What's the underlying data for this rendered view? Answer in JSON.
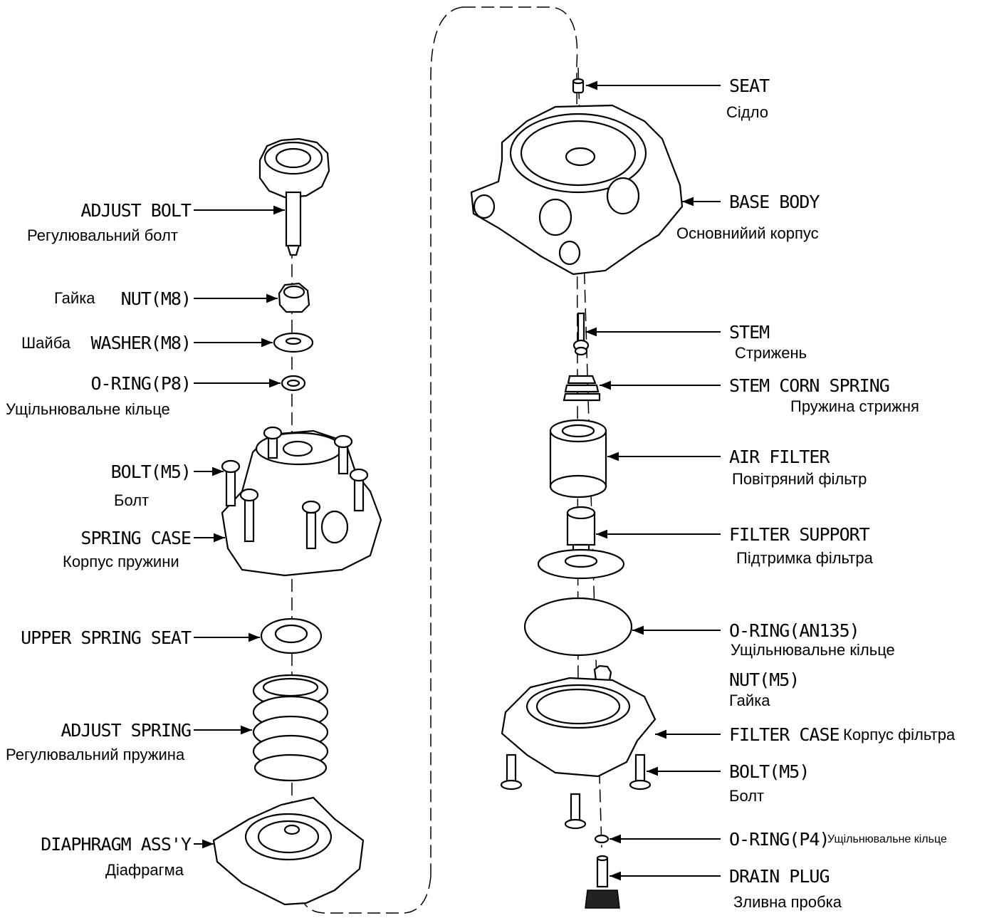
{
  "labels": {
    "adjust_bolt": {
      "en": "ADJUST BOLT",
      "ua": "Регулювальний болт"
    },
    "nut_m8": {
      "en": "NUT(M8)",
      "ua": "Гайка"
    },
    "washer_m8": {
      "en": "WASHER(M8)",
      "ua": "Шайба"
    },
    "o_ring_p8": {
      "en": "O-RING(P8)",
      "ua": "Ущільнювальне кільце"
    },
    "bolt_m5_left": {
      "en": "BOLT(M5)",
      "ua": "Болт"
    },
    "spring_case": {
      "en": "SPRING CASE",
      "ua": "Корпус пружини"
    },
    "upper_spring_seat": {
      "en": "UPPER SPRING SEAT"
    },
    "adjust_spring": {
      "en": "ADJUST SPRING",
      "ua": "Регулювальний пружина"
    },
    "diaphragm": {
      "en": "DIAPHRAGM ASS'Y",
      "ua": "Діафрагма"
    },
    "seat": {
      "en": "SEAT",
      "ua": "Сідло"
    },
    "base_body": {
      "en": "BASE BODY",
      "ua": "Основнийий корпус"
    },
    "stem": {
      "en": "STEM",
      "ua": "Стрижень"
    },
    "stem_corn_spring": {
      "en": "STEM CORN SPRING",
      "ua": "Пружина стрижня"
    },
    "air_filter": {
      "en": "AIR FILTER",
      "ua": "Повітряний фільтр"
    },
    "filter_support": {
      "en": "FILTER SUPPORT",
      "ua": "Підтримка фільтра"
    },
    "o_ring_an135": {
      "en": "O-RING(AN135)",
      "ua": "Ущільнювальне кільце"
    },
    "nut_m5": {
      "en": "NUT(M5)",
      "ua": "Гайка"
    },
    "filter_case": {
      "en": "FILTER CASE",
      "ua": "Корпус фільтра"
    },
    "bolt_m5_right": {
      "en": "BOLT(M5)",
      "ua": "Болт"
    },
    "o_ring_p4": {
      "en": "O-RING(P4)",
      "ua": "Ущільнювальне кільце"
    },
    "drain_plug": {
      "en": "DRAIN PLUG",
      "ua": "Зливна пробка"
    }
  }
}
